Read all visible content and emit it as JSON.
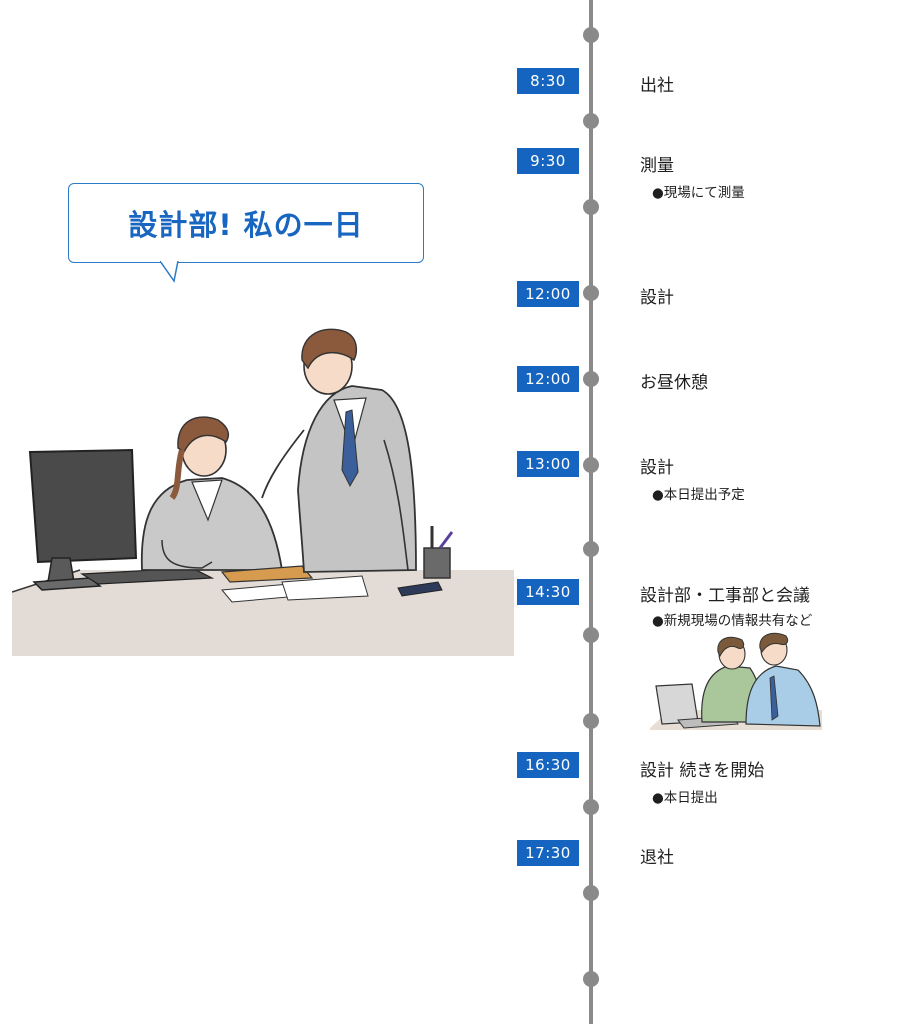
{
  "header": {
    "bubble_title": "設計部! 私の一日"
  },
  "timeline": {
    "events": [
      {
        "time": "8:30",
        "title": "出社",
        "note": ""
      },
      {
        "time": "9:30",
        "title": "測量",
        "note": "●現場にて測量"
      },
      {
        "time": "12:00",
        "title": "設計",
        "note": ""
      },
      {
        "time": "12:00",
        "title": "お昼休憩",
        "note": ""
      },
      {
        "time": "13:00",
        "title": "設計",
        "note": "●本日提出予定"
      },
      {
        "time": "14:30",
        "title": "設計部・工事部と会議",
        "note": "●新規現場の情報共有など"
      },
      {
        "time": "16:30",
        "title": "設計 続きを開始",
        "note": "●本日提出"
      },
      {
        "time": "17:30",
        "title": "退社",
        "note": ""
      }
    ]
  },
  "colors": {
    "accent": "#1565c0",
    "bubble_border": "#2b7bc6",
    "line": "#8a8a8a"
  }
}
